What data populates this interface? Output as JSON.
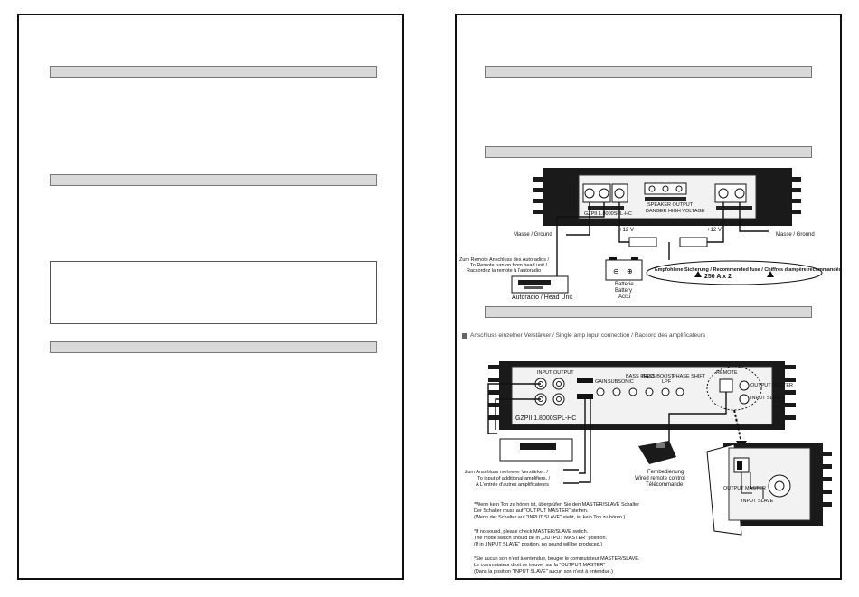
{
  "diagram_top": {
    "amp_model": "GZPII 1.8000SPL-HC",
    "warning": "DANGER HIGH VOLTAGE",
    "speaker_output": "SPEAKER OUTPUT",
    "ground_left": "Masse / Ground",
    "ground_right": "Masse / Ground",
    "plus12_left": "+12 V",
    "plus12_right": "+12 V",
    "remote_note": [
      "Zum Remote Anschluss des Autoradios /",
      "To Remote turn on from head unit /",
      "Raccordez la remote à l'autoradio"
    ],
    "battery": [
      "Batterie",
      "Battery",
      "Accu"
    ],
    "head_unit": "Autoradio / Head Unit",
    "fuse_title": "Empfohlene Sicherung / Recommended fuse / Chiffres d'ampère recommandés",
    "fuse_value": "250 A x 2"
  },
  "diagram_bottom": {
    "heading": "Anschluss einzelner Verstärker / Single amp input connection / Raccord des amplificateurs",
    "amp_model": "GZPII 1.8000SPL-HC",
    "input_label": "INPUT",
    "output_label": "OUTPUT",
    "control_labels": [
      "GAIN",
      "SUBSONIC",
      "BASS FREQ",
      "BASS BOOST",
      "LPF",
      "PHASE SHIFT"
    ],
    "remote_label": "REMOTE",
    "output_master": "OUTPUT MASTER",
    "input_slave": "INPUT SLAVE",
    "multi_amp_note": [
      "Zum Anschluss mehrerer Verstärker. /",
      "To input of additional amplifiers. /",
      "A L'entrée d'autres amplificateurs"
    ],
    "remote_control": [
      "Fernbedienung",
      "Wired remote control",
      "Télécommande"
    ],
    "notes_de": [
      "*Wenn kein Ton zu hören ist, überprüfen Sie den MASTER/SLAVE Schalter",
      "Der Schalter muss auf \"OUTPUT MASTER\" stehen.",
      "(Wenn der Schalter auf \"INPUT SLAVE\" steht, ist kein Ton zu hören.)"
    ],
    "notes_en": [
      "*If no sound, please check MASTER/SLAVE switch.",
      "The mode switch should be in „OUTPUT MASTER\" position.",
      "(If in „INPUT SLAVE\" position, no sound will be produced.)"
    ],
    "notes_fr": [
      "*Sie aucun son n'est à entendue, bouger le commutateur MASTER/SLAVE.",
      "Le commutateur droit se trouver sur la \"OUTPUT MASTER\"",
      "(Dans la position \"INPUT SLAVE\" aucun son n'est à entendue.)"
    ]
  },
  "colors": {
    "bar_fill": "#d9d9d9",
    "amp_body": "#1a1a1a",
    "panel": "#f2f2f2"
  }
}
